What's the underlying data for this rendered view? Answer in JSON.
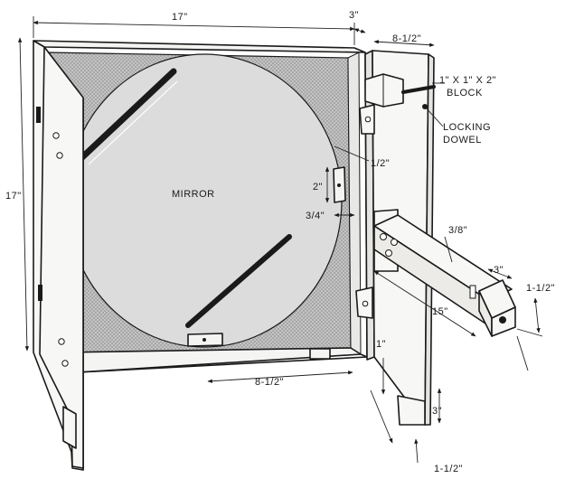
{
  "labels": {
    "width_top": "17\"",
    "depth_top": "3\"",
    "door_width": "8-1/2\"",
    "height_left": "17\"",
    "block_size": "1\" X 1\" X 2\"",
    "block_word": "BLOCK",
    "locking": "LOCKING",
    "dowel": "DOWEL",
    "half_inch": "1/2\"",
    "two_inch": "2\"",
    "mirror": "MIRROR",
    "three_quarter": "3/4\"",
    "three_eighths": "3/8\"",
    "three_inch_arm": "3\"",
    "one_half_right": "1-1/2\"",
    "fifteen": "15\"",
    "one_inch": "1\"",
    "three_inch_low": "3\"",
    "bottom_width": "8-1/2\"",
    "one_half_bottom": "1-1/2\""
  },
  "colors": {
    "ink": "#1a1a1a",
    "mirror": "#dcdcdc",
    "screen": "#b8b8b8",
    "wood": "#f7f7f5"
  }
}
